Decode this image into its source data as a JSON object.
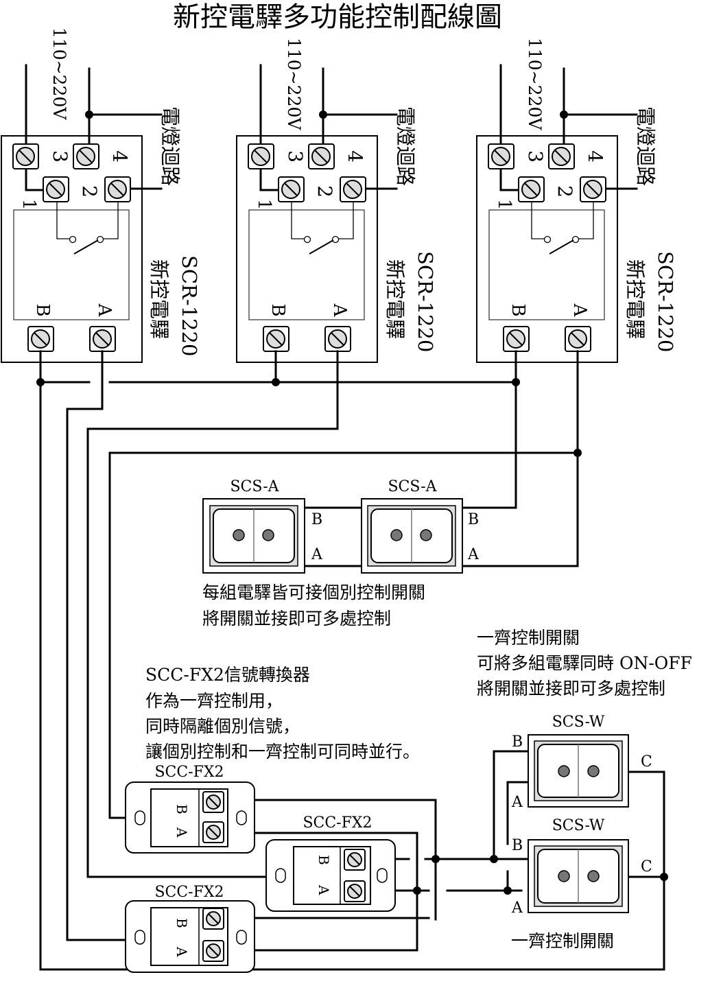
{
  "title": "新控電驛多功能控制配線圖",
  "supply_label": "110~220V",
  "lamp_circuit_label": "電燈迴路",
  "relay_name": "新控電驛",
  "relay_model": "SCR-1220",
  "terminal_labels": {
    "t1": "1",
    "t2": "2",
    "t3": "3",
    "t4": "4",
    "a": "A",
    "b": "B",
    "c": "C"
  },
  "scs_a_label": "SCS-A",
  "scs_w_label": "SCS-W",
  "fx2_label": "SCC-FX2",
  "note_individual": [
    "每組電驛皆可接個別控制開關",
    "將開關並接即可多處控制"
  ],
  "note_group": [
    "一齊控制開關",
    "可將多組電驛同時 ON-OFF",
    "將開關並接即可多處控制"
  ],
  "note_fx2": [
    "SCC-FX2信號轉換器",
    "作為一齊控制用，",
    "同時隔離個別信號，",
    "讓個別控制和一齊控制可同時並行。"
  ],
  "group_switch_caption": "一齊控制開關"
}
